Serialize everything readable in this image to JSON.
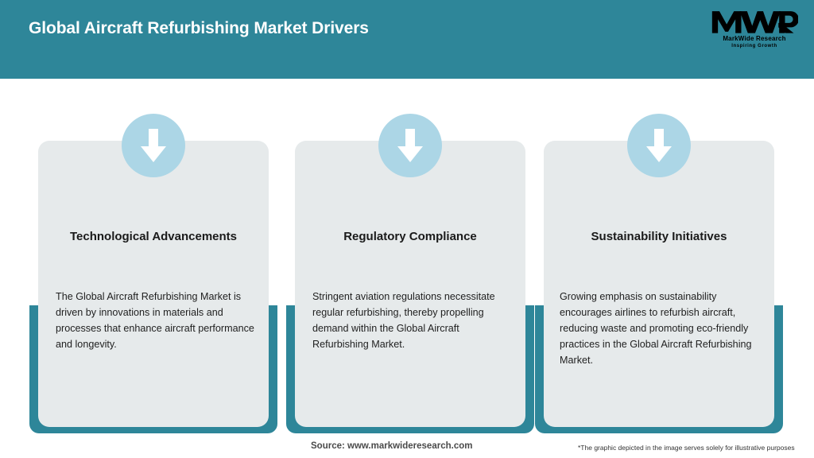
{
  "header": {
    "title": "Global Aircraft Refurbishing Market Drivers",
    "bar_color": "#2E8699",
    "title_color": "#FFFFFF"
  },
  "logo": {
    "mark": "MWR",
    "name": "MarkWide Research",
    "tagline": "Inspiring Growth"
  },
  "theme": {
    "teal": "#2E8699",
    "card_bg": "#E6EAEB",
    "icon_circle": "#ACD6E6",
    "arrow": "#FFFFFF",
    "page_bg": "#FFFFFF"
  },
  "cards": [
    {
      "icon": "arrow-down-icon",
      "title": "Technological Advancements",
      "body": "The Global Aircraft Refurbishing Market is driven by innovations in materials and processes that enhance aircraft performance and longevity."
    },
    {
      "icon": "arrow-down-icon",
      "title": "Regulatory Compliance",
      "body": "Stringent aviation regulations necessitate regular refurbishing, thereby propelling demand within the Global Aircraft Refurbishing Market."
    },
    {
      "icon": "arrow-down-icon",
      "title": "Sustainability Initiatives",
      "body": "Growing emphasis on sustainability encourages airlines to refurbish aircraft, reducing waste and promoting eco-friendly practices in the Global Aircraft Refurbishing Market."
    }
  ],
  "footer": {
    "source": "Source: www.markwideresearch.com",
    "disclaimer": "*The graphic depicted in the image serves solely for illustrative purposes"
  }
}
